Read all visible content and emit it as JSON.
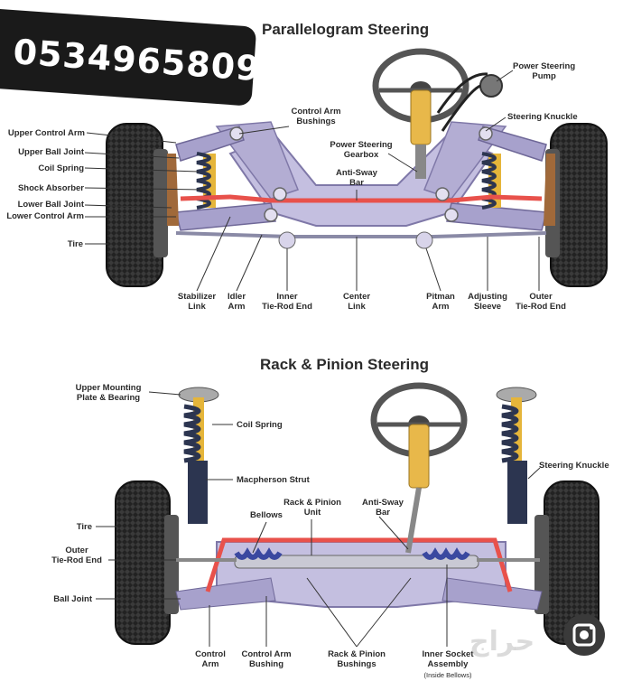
{
  "phone_number": "0534965809",
  "diagram1": {
    "title": "Parallelogram Steering",
    "labels": {
      "power_steering_pump": "Power Steering\nPump",
      "steering_knuckle": "Steering Knuckle",
      "control_arm_bushings": "Control Arm\nBushings",
      "power_steering_gearbox": "Power Steering\nGearbox",
      "anti_sway_bar": "Anti-Sway\nBar",
      "upper_control_arm": "Upper Control Arm",
      "upper_ball_joint": "Upper Ball Joint",
      "coil_spring": "Coil Spring",
      "shock_absorber": "Shock Absorber",
      "lower_ball_joint": "Lower Ball Joint",
      "lower_control_arm": "Lower Control Arm",
      "tire": "Tire",
      "stabilizer_link": "Stabilizer\nLink",
      "idler_arm": "Idler\nArm",
      "inner_tie_rod_end": "Inner\nTie-Rod End",
      "center_link": "Center\nLink",
      "pitman_arm": "Pitman\nArm",
      "adjusting_sleeve": "Adjusting\nSleeve",
      "outer_tie_rod_end": "Outer\nTie-Rod End"
    }
  },
  "diagram2": {
    "title": "Rack & Pinion Steering",
    "labels": {
      "upper_mounting_plate": "Upper Mounting\nPlate & Bearing",
      "coil_spring": "Coil Spring",
      "macpherson_strut": "Macpherson Strut",
      "steering_knuckle": "Steering Knuckle",
      "rack_pinion_unit": "Rack & Pinion\nUnit",
      "anti_sway_bar": "Anti-Sway\nBar",
      "bellows": "Bellows",
      "tire": "Tire",
      "outer_tie_rod_end": "Outer\nTie-Rod End",
      "ball_joint": "Ball Joint",
      "control_arm": "Control\nArm",
      "control_arm_bushing": "Control Arm\nBushing",
      "rack_pinion_bushings": "Rack & Pinion\nBushings",
      "inner_socket_assembly": "Inner Socket\nAssembly",
      "inside_bellows": "(Inside Bellows)"
    }
  },
  "watermark": "حراج",
  "colors": {
    "frame": "#b9b3d6",
    "frame_dark": "#7f78a8",
    "red_bar": "#e8514b",
    "tire": "#1e1e1e",
    "spring": "#2c3550",
    "shock": "#e5b53a",
    "column": "#e8b84a"
  }
}
